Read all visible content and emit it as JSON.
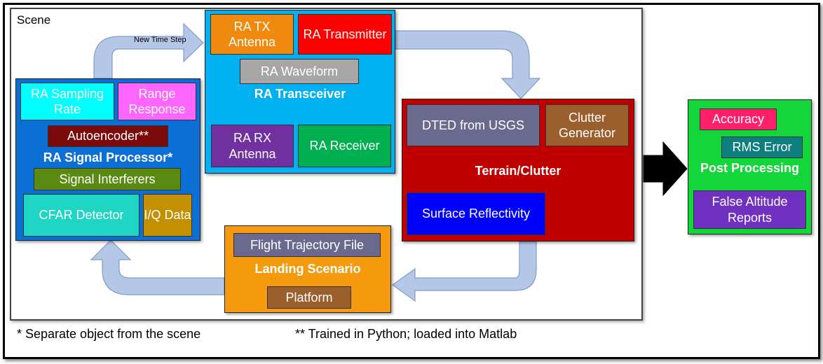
{
  "scene_label": "Scene",
  "arrow_label": "New Time Step",
  "signal_processor": {
    "title": "RA Signal Processor*",
    "sampling_rate": "RA Sampling Rate",
    "range_response": "Range Response",
    "autoencoder": "Autoencoder**",
    "signal_interferers": "Signal Interferers",
    "cfar_detector": "CFAR Detector",
    "iq_data": "I/Q Data"
  },
  "transceiver": {
    "title": "RA Transceiver",
    "tx_antenna": "RA TX Antenna",
    "transmitter": "RA Transmitter",
    "waveform": "RA Waveform",
    "rx_antenna": "RA RX Antenna",
    "receiver": "RA Receiver"
  },
  "terrain": {
    "title": "Terrain/Clutter",
    "dted": "DTED from USGS",
    "clutter_generator": "Clutter Generator",
    "surface_reflectivity": "Surface Reflectivity"
  },
  "landing": {
    "title": "Landing Scenario",
    "flight_trajectory": "Flight Trajectory File",
    "platform": "Platform"
  },
  "post_processing": {
    "title": "Post Processing",
    "accuracy": "Accuracy",
    "rms_error": "RMS Error",
    "false_altitude": "False Altitude Reports"
  },
  "footnotes": {
    "single": "* Separate object from the scene",
    "double": "** Trained in Python; loaded into Matlab"
  },
  "colors": {
    "signal_processor_bg": "#0b6fd6",
    "transceiver_bg": "#00b0f0",
    "terrain_bg": "#c00000",
    "landing_bg": "#f59a0c",
    "post_bg": "#13d63a",
    "flow_arrow": "#b4c7e7"
  }
}
